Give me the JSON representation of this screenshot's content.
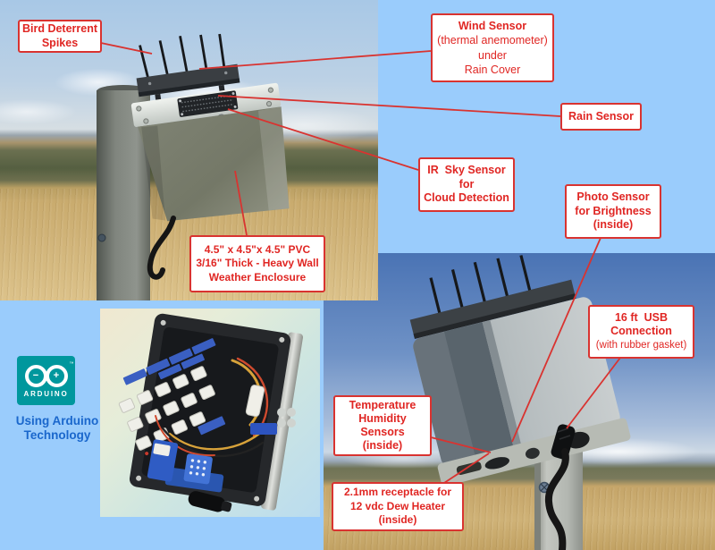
{
  "colors": {
    "page_background": "#9accfc",
    "label_background": "#ffffff",
    "label_border": "#d93330",
    "label_text": "#e02623",
    "leader_line": "#d93330",
    "arduino_logo_teal": "#00979d",
    "arduino_caption_blue": "#1a67cc"
  },
  "annotations": [
    {
      "id": "bird-deterrent-spikes",
      "lines": [
        "Bird Deterrent",
        "Spikes"
      ]
    },
    {
      "id": "wind-sensor",
      "lines": [
        "Wind Sensor",
        "(thermal anemometer)",
        "under",
        "Rain Cover"
      ]
    },
    {
      "id": "rain-sensor",
      "lines": [
        "Rain Sensor"
      ]
    },
    {
      "id": "ir-sky-sensor",
      "lines": [
        "IR  Sky Sensor",
        "for",
        "Cloud Detection"
      ]
    },
    {
      "id": "photo-sensor",
      "lines": [
        "Photo Sensor",
        "for Brightness",
        "(inside)"
      ]
    },
    {
      "id": "pvc-enclosure",
      "lines": [
        "4.5\" x 4.5\"x 4.5\" PVC",
        "3/16\" Thick - Heavy Wall",
        "Weather Enclosure"
      ]
    },
    {
      "id": "usb-connection",
      "lines": [
        "16 ft  USB",
        "Connection",
        "(with rubber gasket)"
      ]
    },
    {
      "id": "temperature-humidity",
      "lines": [
        "Temperature",
        "Humidity",
        "Sensors",
        "(inside)"
      ]
    },
    {
      "id": "dew-heater",
      "lines": [
        "2.1mm receptacle for",
        "12 vdc Dew Heater",
        "(inside)"
      ]
    }
  ],
  "arduino": {
    "logo_text": "ARDUINO",
    "trademark": "™",
    "minus_symbol": "−",
    "plus_symbol": "+",
    "caption": [
      "Using Arduino",
      "Technology"
    ]
  }
}
